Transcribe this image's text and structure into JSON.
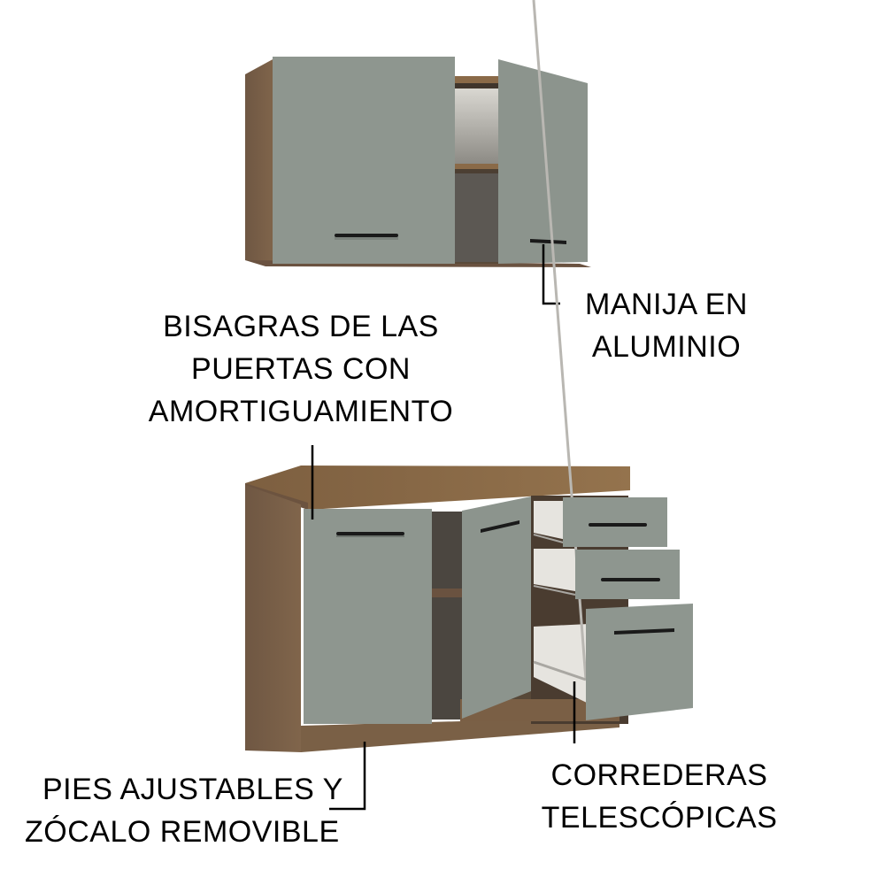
{
  "image": {
    "subject": "kitchen-cabinet-set",
    "colors": {
      "background": "#ffffff",
      "wood": "#7a5f45",
      "wood_top": "#8a6a48",
      "door_gray": "#8e968f",
      "interior": "#4a3c30",
      "drawer_box": "#e6e4df",
      "handle": "#1a1a1a",
      "callout_line": "#000000"
    }
  },
  "callouts": {
    "manija": {
      "lines": [
        "MANIJA EN",
        "ALUMINIO"
      ]
    },
    "bisagras": {
      "lines": [
        "BISAGRAS DE LAS",
        "PUERTAS CON",
        "AMORTIGUAMIENTO"
      ]
    },
    "pies": {
      "lines": [
        "PIES AJUSTABLES Y",
        "ZÓCALO REMOVIBLE"
      ]
    },
    "correderas": {
      "lines": [
        "CORREDERAS",
        "TELESCÓPICAS"
      ]
    }
  },
  "upper_cabinet": {
    "doors": 2,
    "handles": 2,
    "shelves": 1
  },
  "lower_cabinet": {
    "doors": 2,
    "drawers": 3,
    "handles": 5
  }
}
